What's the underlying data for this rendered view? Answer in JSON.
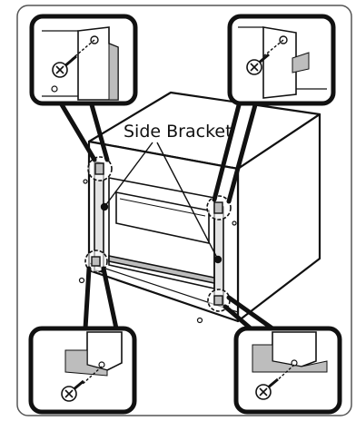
{
  "diagram": {
    "callout_label": "Side Bracket",
    "colors": {
      "line": "#111111",
      "frame_border": "#555555",
      "background": "#ffffff",
      "shade": "#bdbdbd",
      "light_shade": "#e3e3e3"
    },
    "zoom_views": [
      "top-left-bracket-detail",
      "top-right-bracket-detail",
      "bottom-left-bracket-detail",
      "bottom-right-bracket-detail"
    ],
    "icons": [
      "screw-icon",
      "bracket-icon"
    ]
  }
}
